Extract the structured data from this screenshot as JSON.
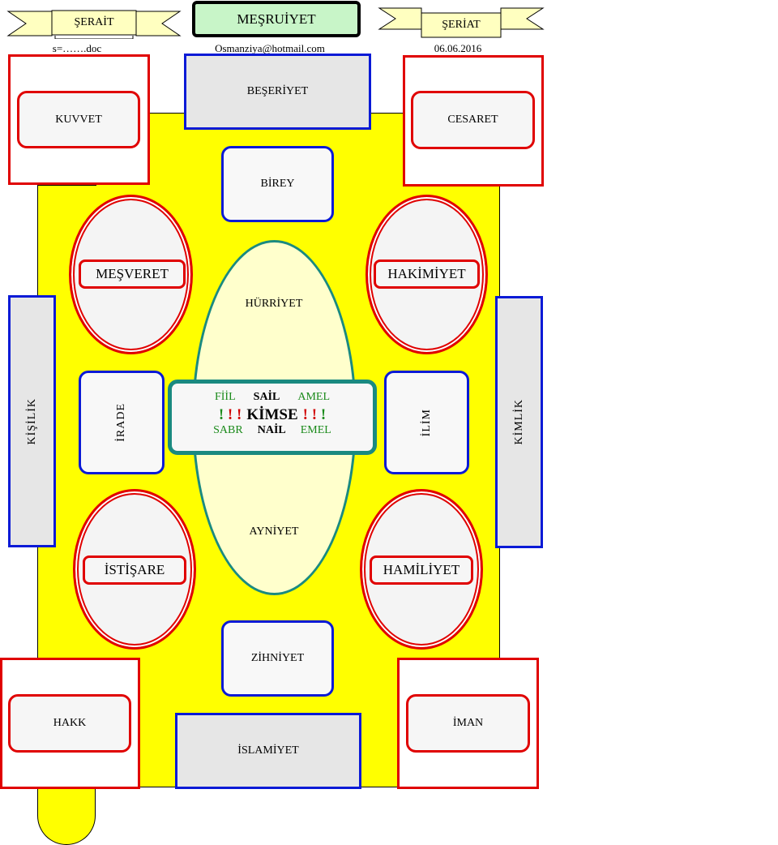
{
  "header": {
    "title": "MEŞRUİYET",
    "left_banner": "ŞERAİT",
    "right_banner": "ŞERİAT",
    "left_caption": "s=…….doc",
    "center_caption": "Osmanziya@hotmail.com",
    "right_caption": "06.06.2016"
  },
  "corners": {
    "top_left": "KUVVET",
    "top_right": "CESARET",
    "bottom_left": "HAKK",
    "bottom_right": "İMAN"
  },
  "outer_boxes": {
    "top": "BEŞERİYET",
    "bottom": "İSLAMİYET",
    "left": "KİŞİLİK",
    "right": "KİMLİK"
  },
  "inner_boxes": {
    "top": "BİREY",
    "bottom": "ZİHNİYET",
    "left": "İRADE",
    "right": "İLİM"
  },
  "ellipses": {
    "top_left": "MEŞVERET",
    "top_right": "HAKİMİYET",
    "bottom_left": "İSTİŞARE",
    "bottom_right": "HAMİLİYET"
  },
  "center_oval": {
    "top": "HÜRRİYET",
    "bottom": "AYNİYET"
  },
  "core": {
    "row1": [
      "FİİL",
      "SAİL",
      "AMEL"
    ],
    "row2_marks_left": "! ! !",
    "row2_word": "KİMSE",
    "row2_marks_right": "! ! !",
    "row3": [
      "SABR",
      "NAİL",
      "EMEL"
    ]
  },
  "colors": {
    "yellow": "#ffff00",
    "blue_border": "#0a1ad6",
    "red_border": "#e00000",
    "teal_border": "#1a8a80",
    "title_green": "#c8f5c8",
    "banner_yellow": "#ffffc0"
  }
}
